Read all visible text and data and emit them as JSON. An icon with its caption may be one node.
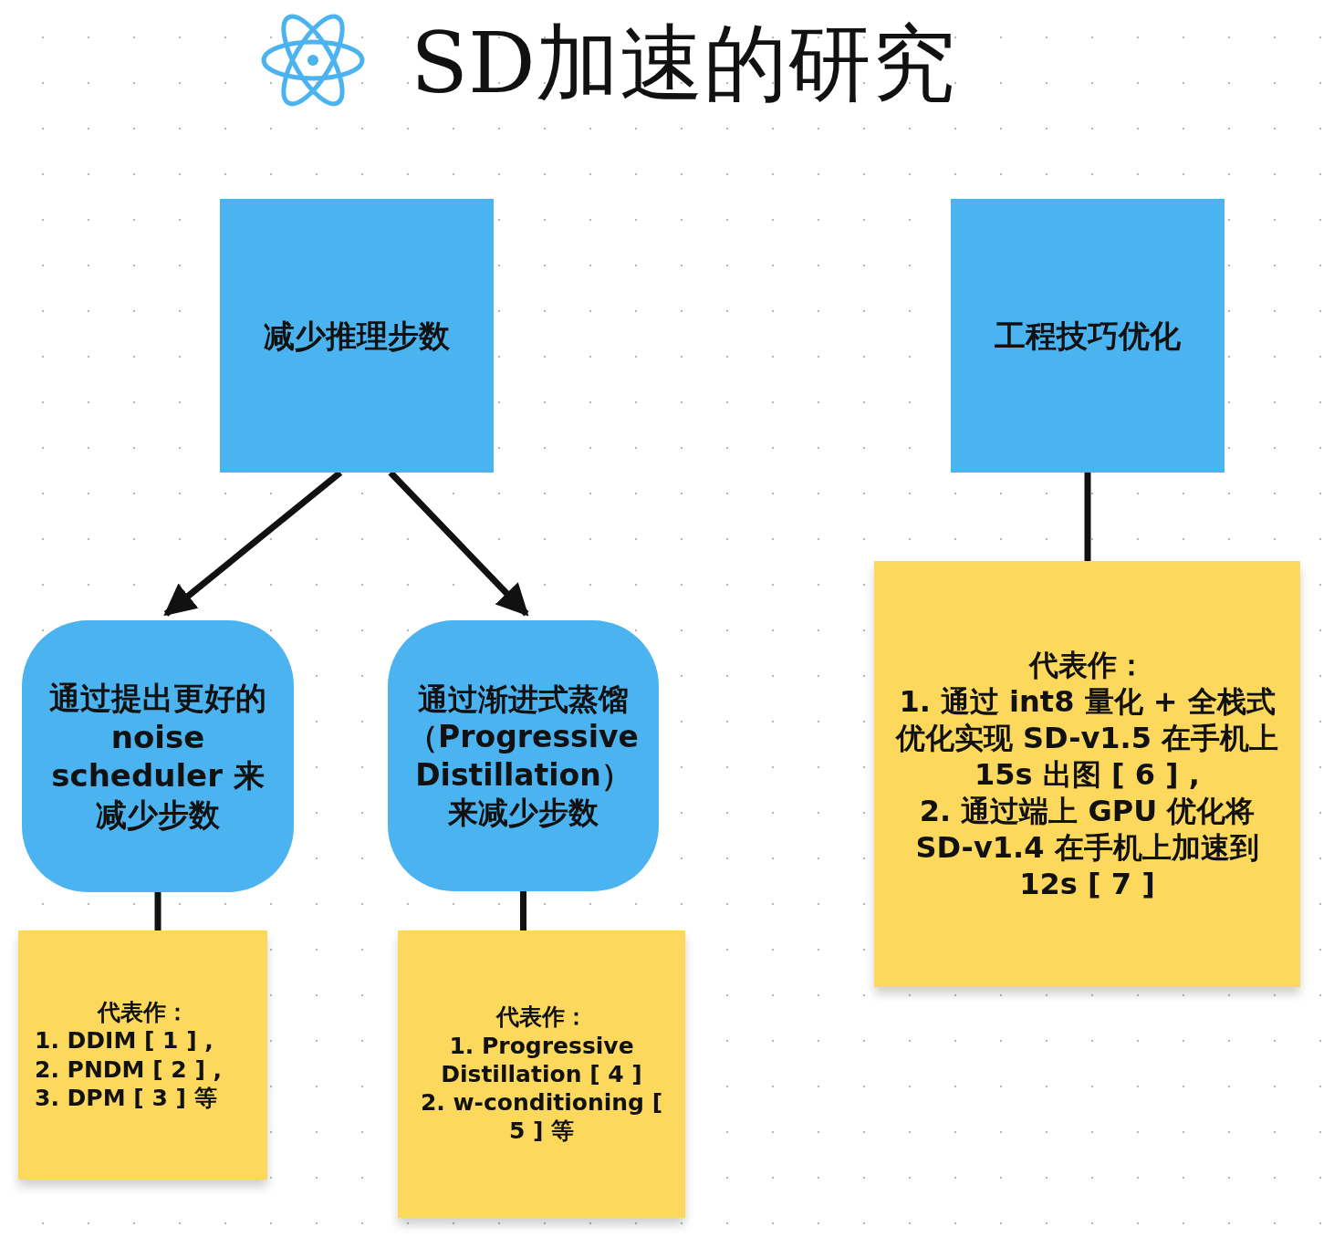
{
  "diagram": {
    "title": "SD加速的研究",
    "nodes": [
      {
        "text": [
          "减少推理步数"
        ]
      },
      {
        "text": [
          "工程技巧优化"
        ]
      },
      {
        "text": [
          "通过提出更好的 noise scheduler 来减少步数"
        ]
      },
      {
        "text": [
          "通过渐进式蒸馏（Progressive Distillation）来减少步数"
        ]
      },
      {
        "text": [
          "代表作：",
          "1. DDIM [ 1 ] ,",
          "2. PNDM [ 2 ] ,",
          "3. DPM [ 3 ] 等"
        ]
      },
      {
        "text": [
          "代表作：",
          "1. Progressive Distillation [ 4 ]",
          "2. w-conditioning [ 5 ] 等"
        ]
      },
      {
        "text": [
          "代表作：",
          "1. 通过 int8 量化 + 全栈式优化实现 SD-v1.5 在手机上 15s 出图 [ 6 ] ,",
          "2. 通过端上 GPU 优化将 SD-v1.4 在手机上加速到 12s [ 7 ]"
        ]
      }
    ],
    "edges": [
      {
        "from": 0,
        "to": 2,
        "arrow": "to"
      },
      {
        "from": 0,
        "to": 3,
        "arrow": "to"
      },
      {
        "from": 2,
        "to": 4,
        "arrow": "none"
      },
      {
        "from": 3,
        "to": 5,
        "arrow": "none"
      },
      {
        "from": 1,
        "to": 6,
        "arrow": "none"
      }
    ]
  }
}
